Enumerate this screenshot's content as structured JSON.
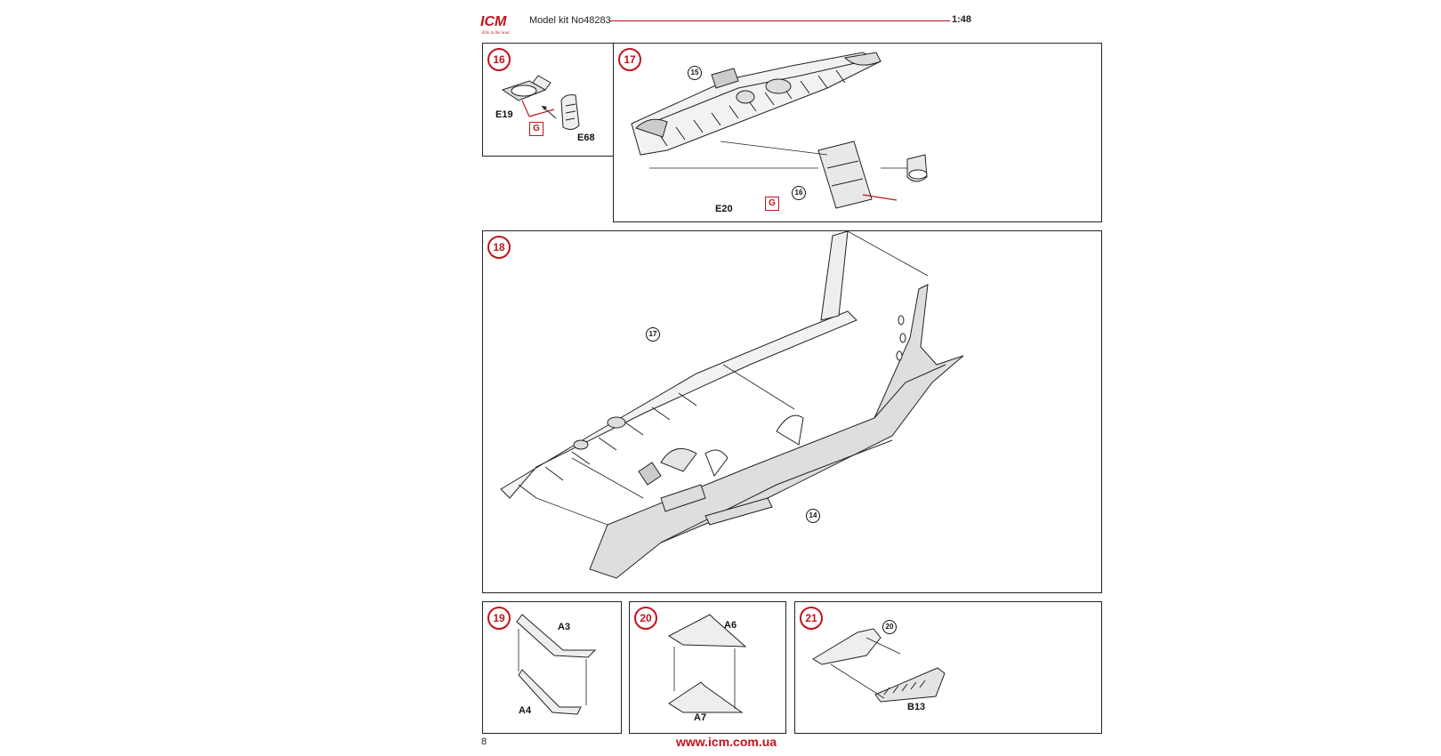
{
  "header": {
    "logo_text": "ICM",
    "logo_tagline": "Kits in the Soul",
    "model_kit": "Model kit No48283",
    "scale": "1:48"
  },
  "steps": {
    "s16": {
      "number": "16",
      "parts": [
        "E19",
        "E68"
      ],
      "glue": "G"
    },
    "s17": {
      "number": "17",
      "parts": [
        "E20"
      ],
      "glue": "G",
      "refs": [
        "15",
        "16"
      ]
    },
    "s18": {
      "number": "18",
      "refs": [
        "17",
        "14"
      ]
    },
    "s19": {
      "number": "19",
      "parts": [
        "A3",
        "A4"
      ]
    },
    "s20": {
      "number": "20",
      "parts": [
        "A6",
        "A7"
      ]
    },
    "s21": {
      "number": "21",
      "parts": [
        "B13"
      ],
      "refs": [
        "20"
      ]
    }
  },
  "footer": {
    "page_number": "8",
    "url": "www.icm.com.ua"
  },
  "colors": {
    "accent": "#c0141c",
    "line": "#222222",
    "fill": "#d9d9d9"
  }
}
